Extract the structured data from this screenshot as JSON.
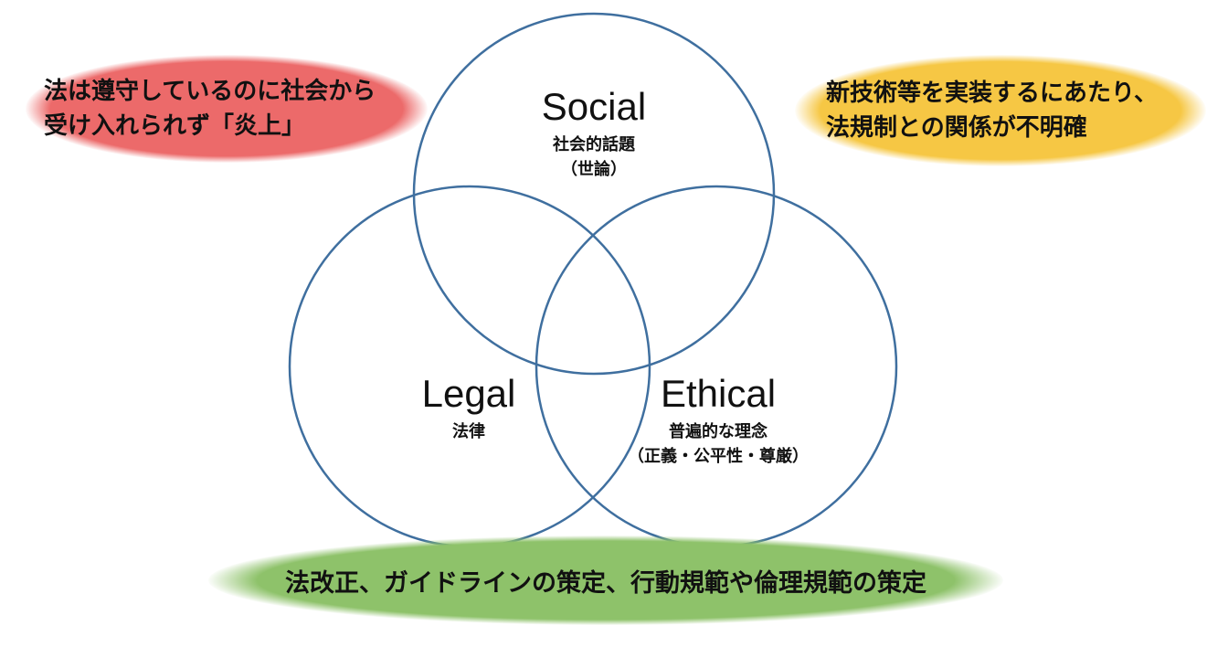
{
  "circles": {
    "social": {
      "title": "Social",
      "sub1": "社会的話題",
      "sub2": "（世論）"
    },
    "legal": {
      "title": "Legal",
      "sub1": "法律"
    },
    "ethical": {
      "title": "Ethical",
      "sub1": "普遍的な理念",
      "sub2": "（正義・公平性・尊厳）"
    }
  },
  "notes": {
    "red": {
      "line1": "法は遵守しているのに社会から",
      "line2": "受け入れられず「炎上」",
      "color": "#ec6a6a"
    },
    "yellow": {
      "line1": "新技術等を実装するにあたり、",
      "line2": "法規制との関係が不明確",
      "color": "#f6c744"
    },
    "green": {
      "line1": "法改正、ガイドラインの策定、行動規範や倫理規範の策定",
      "color": "#8ec26a"
    }
  },
  "colors": {
    "circle_stroke": "#3f6f9f"
  }
}
